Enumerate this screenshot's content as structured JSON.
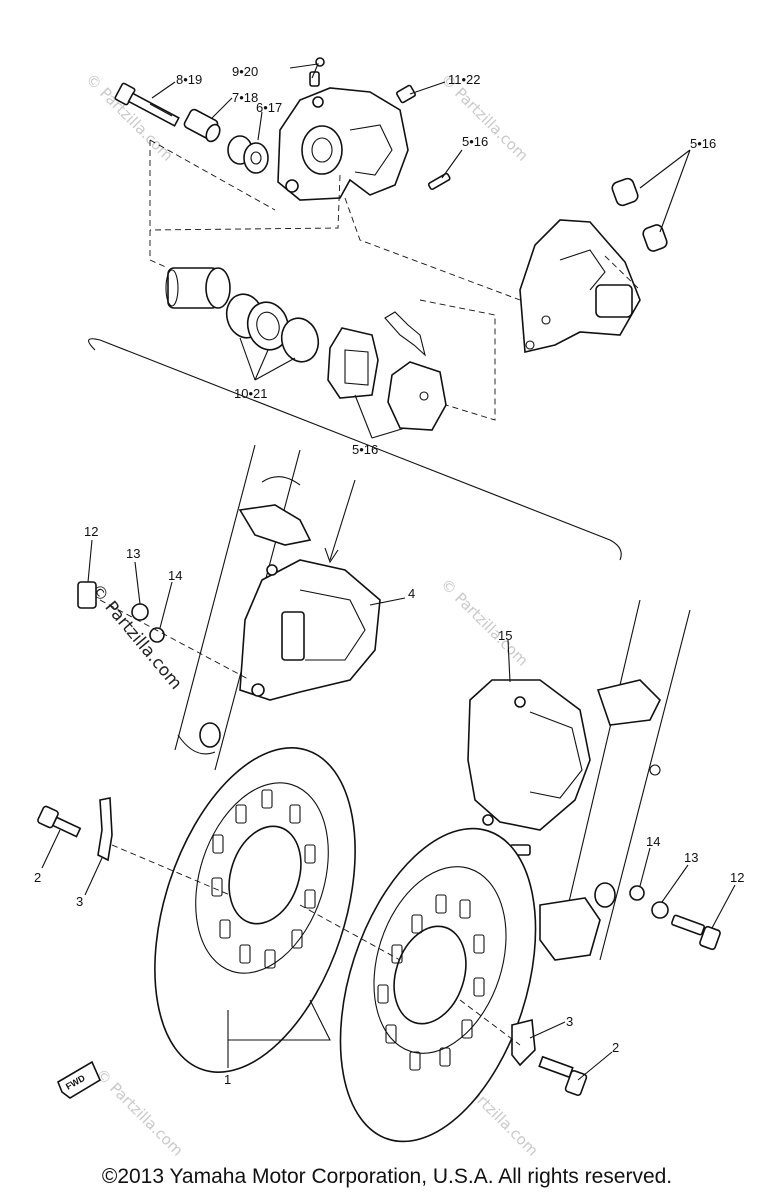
{
  "diagram": {
    "callouts": {
      "c1": "1",
      "c2a": "2",
      "c2b": "2",
      "c3a": "3",
      "c3b": "3",
      "c4": "4",
      "c5_16a": "5•16",
      "c5_16b": "5•16",
      "c5_16c": "5•16",
      "c6_17": "6•17",
      "c7_18": "7•18",
      "c8_19": "8•19",
      "c9_20": "9•20",
      "c10_21": "10•21",
      "c11_22": "11•22",
      "c12a": "12",
      "c12b": "12",
      "c13a": "13",
      "c13b": "13",
      "c14a": "14",
      "c14b": "14",
      "c15": "15",
      "fwd": "FWD"
    },
    "watermark": "© Partzilla.com",
    "copyright": "©2013 Yamaha Motor Corporation, U.S.A. All rights reserved."
  },
  "colors": {
    "line": "#111111",
    "background": "#ffffff",
    "watermark": "#c9c9c9"
  }
}
